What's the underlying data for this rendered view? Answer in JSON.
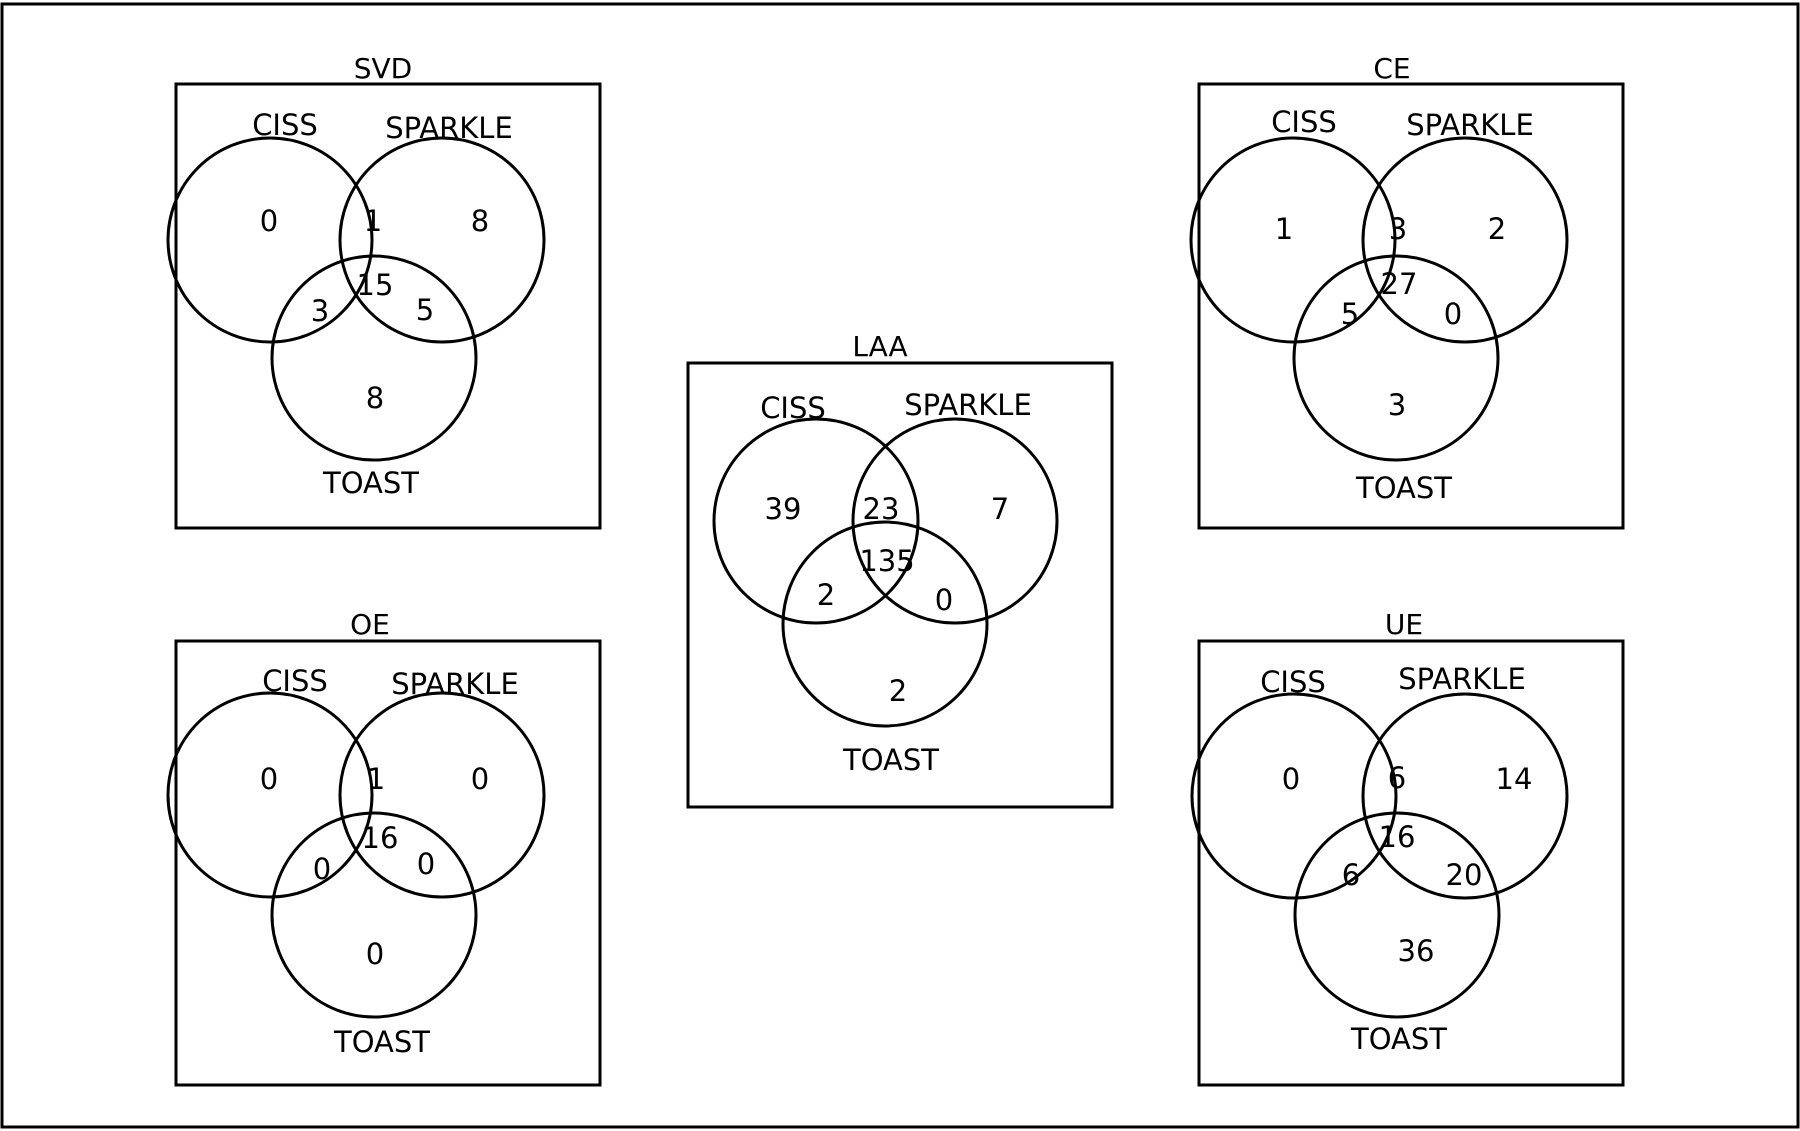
{
  "panels": [
    {
      "id": "svd",
      "title": "SVD",
      "set_labels": [
        "CISS",
        "SPARKLE",
        "TOAST"
      ],
      "counts": {
        "ciss_only": "0",
        "sparkle_only": "8",
        "toast_only": "8",
        "ciss_sparkle": "1",
        "ciss_toast": "3",
        "sparkle_toast": "5",
        "all": "15"
      }
    },
    {
      "id": "ce",
      "title": "CE",
      "set_labels": [
        "CISS",
        "SPARKLE",
        "TOAST"
      ],
      "counts": {
        "ciss_only": "1",
        "sparkle_only": "2",
        "toast_only": "3",
        "ciss_sparkle": "3",
        "ciss_toast": "5",
        "sparkle_toast": "0",
        "all": "27"
      }
    },
    {
      "id": "laa",
      "title": "LAA",
      "set_labels": [
        "CISS",
        "SPARKLE",
        "TOAST"
      ],
      "counts": {
        "ciss_only": "39",
        "sparkle_only": "7",
        "toast_only": "2",
        "ciss_sparkle": "23",
        "ciss_toast": "2",
        "sparkle_toast": "0",
        "all": "135"
      }
    },
    {
      "id": "oe",
      "title": "OE",
      "set_labels": [
        "CISS",
        "SPARKLE",
        "TOAST"
      ],
      "counts": {
        "ciss_only": "0",
        "sparkle_only": "0",
        "toast_only": "0",
        "ciss_sparkle": "1",
        "ciss_toast": "0",
        "sparkle_toast": "0",
        "all": "16"
      }
    },
    {
      "id": "ue",
      "title": "UE",
      "set_labels": [
        "CISS",
        "SPARKLE",
        "TOAST"
      ],
      "counts": {
        "ciss_only": "0",
        "sparkle_only": "14",
        "toast_only": "36",
        "ciss_sparkle": "6",
        "ciss_toast": "6",
        "sparkle_toast": "20",
        "all": "16"
      }
    }
  ]
}
